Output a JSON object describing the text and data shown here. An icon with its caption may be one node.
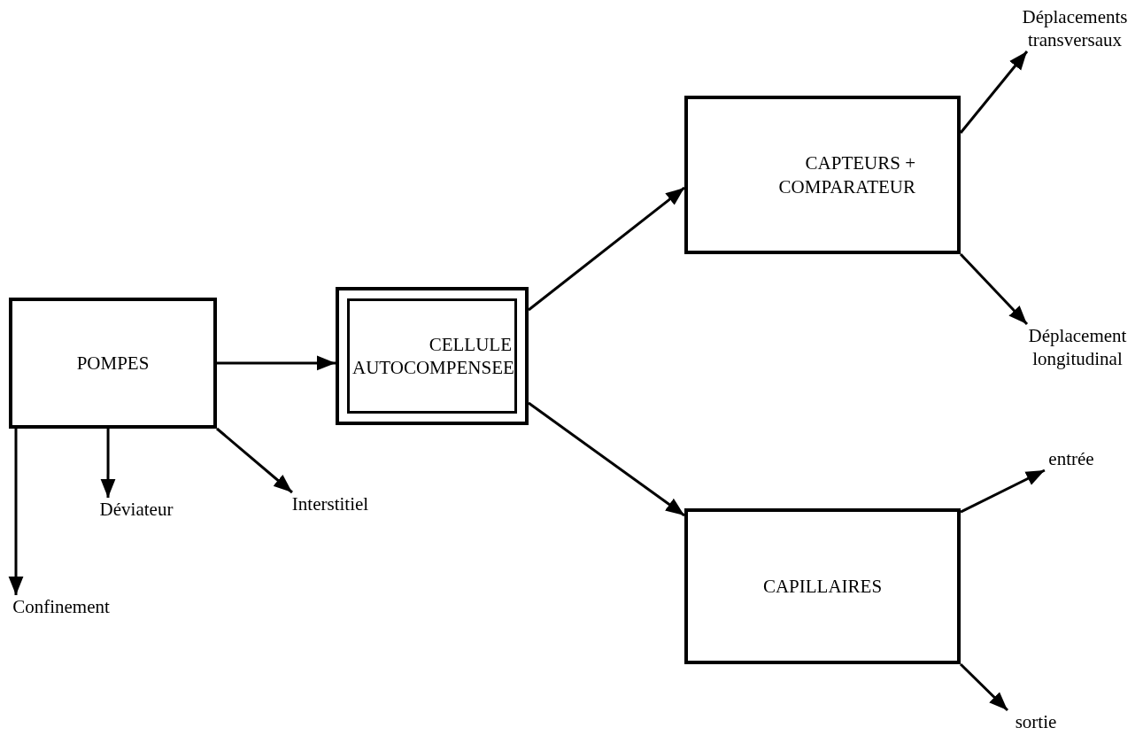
{
  "diagram": {
    "nodes": [
      {
        "text": [
          "POMPES"
        ]
      },
      {
        "text": [
          "CELLULE AUTOCOMPENSEE"
        ]
      },
      {
        "text": [
          "CAPTEURS + COMPARATEUR"
        ]
      },
      {
        "text": [
          "CAPILLAIRES"
        ]
      },
      {
        "text": [
          "Confinement"
        ]
      },
      {
        "text": [
          "Déviateur"
        ]
      },
      {
        "text": [
          "Interstitiel"
        ]
      },
      {
        "text": [
          "Déplacements transversaux"
        ]
      },
      {
        "text": [
          "Déplacement longitudinal"
        ]
      },
      {
        "text": [
          "entrée"
        ]
      },
      {
        "text": [
          "sortie"
        ]
      }
    ],
    "edges": [
      {
        "from": 0,
        "to": 1,
        "arrow": "to"
      },
      {
        "from": 1,
        "to": 2,
        "arrow": "to"
      },
      {
        "from": 1,
        "to": 3,
        "arrow": "to"
      },
      {
        "from": 0,
        "to": 4,
        "arrow": "to"
      },
      {
        "from": 0,
        "to": 5,
        "arrow": "to"
      },
      {
        "from": 0,
        "to": 6,
        "arrow": "to"
      },
      {
        "from": 2,
        "to": 7,
        "arrow": "to"
      },
      {
        "from": 2,
        "to": 8,
        "arrow": "to"
      },
      {
        "from": 3,
        "to": 9,
        "arrow": "to"
      },
      {
        "from": 3,
        "to": 10,
        "arrow": "to"
      }
    ]
  }
}
